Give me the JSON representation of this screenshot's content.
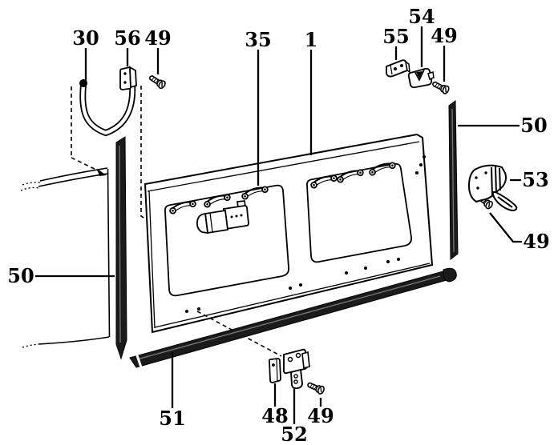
{
  "figure": {
    "background_color": "#ffffff",
    "line_color": "#000000",
    "seal_color": "#1b1b1b",
    "parts_labeled": [
      "1",
      "30",
      "35",
      "48",
      "49",
      "50",
      "51",
      "52",
      "53",
      "54",
      "55",
      "56"
    ],
    "callouts": [
      {
        "id": "callout-30",
        "label": "30"
      },
      {
        "id": "callout-56",
        "label": "56"
      },
      {
        "id": "callout-49-top-left",
        "label": "49"
      },
      {
        "id": "callout-35",
        "label": "35"
      },
      {
        "id": "callout-1",
        "label": "1"
      },
      {
        "id": "callout-55",
        "label": "55"
      },
      {
        "id": "callout-54",
        "label": "54"
      },
      {
        "id": "callout-49-top-right",
        "label": "49"
      },
      {
        "id": "callout-50-right",
        "label": "50"
      },
      {
        "id": "callout-53",
        "label": "53"
      },
      {
        "id": "callout-49-right",
        "label": "49"
      },
      {
        "id": "callout-50-left",
        "label": "50"
      },
      {
        "id": "callout-51",
        "label": "51"
      },
      {
        "id": "callout-48",
        "label": "48"
      },
      {
        "id": "callout-52",
        "label": "52"
      },
      {
        "id": "callout-49-bottom",
        "label": "49"
      }
    ]
  }
}
